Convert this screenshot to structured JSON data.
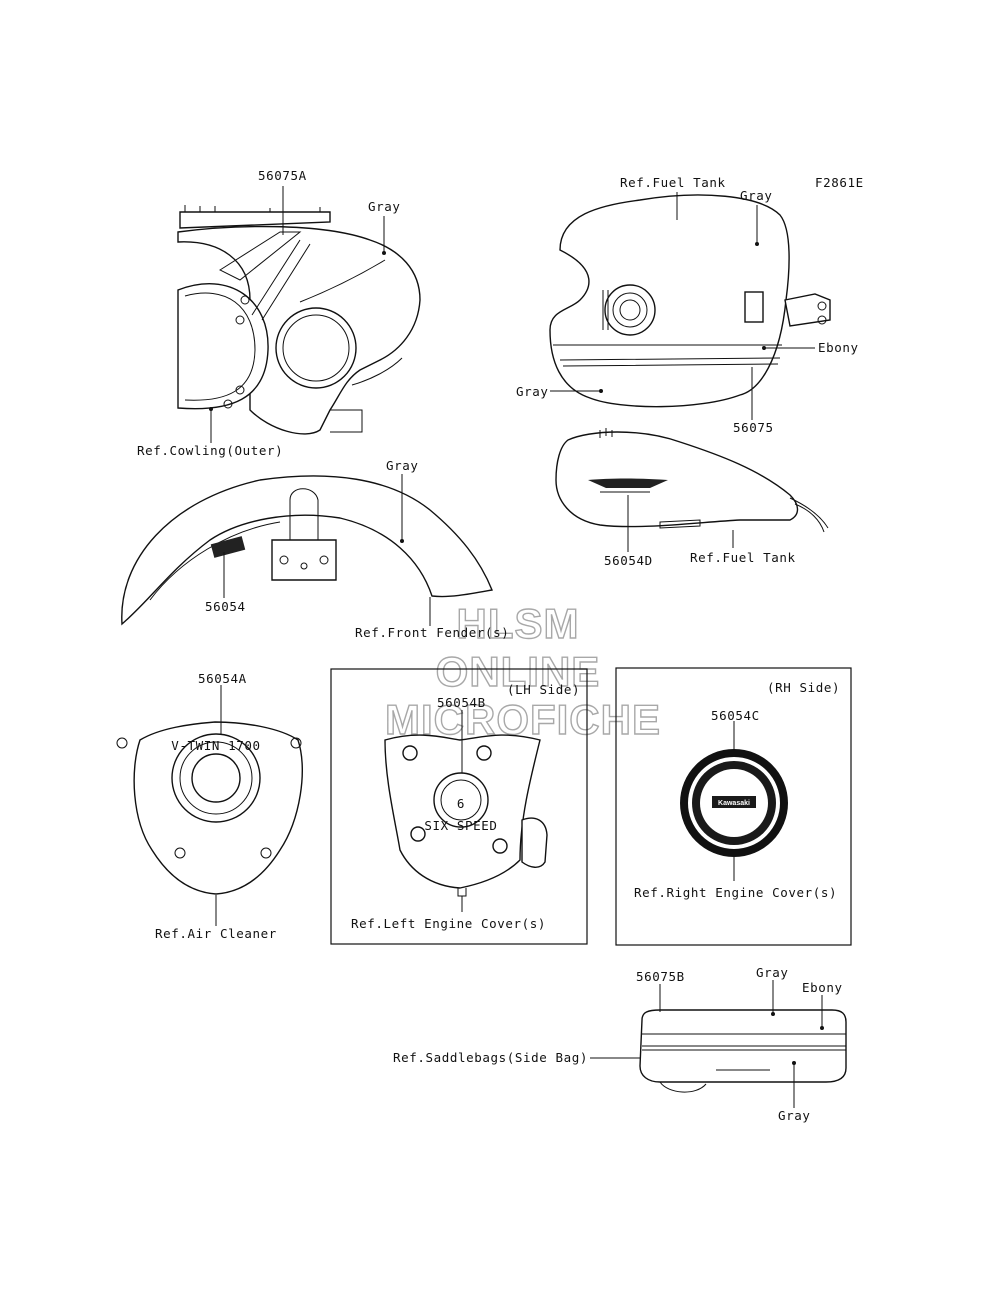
{
  "figure_code": "F2861E",
  "watermark": [
    "HLSM",
    "ONLINE",
    "MICROFICHE"
  ],
  "labels": {
    "p56075a": "56075A",
    "gray_cowl": "Gray",
    "ref_cowling": "Ref.Cowling(Outer)",
    "ref_fuel_tank_top": "Ref.Fuel Tank",
    "gray_tank": "Gray",
    "ebony_tank": "Ebony",
    "gray_tank_lower": "Gray",
    "p56075": "56075",
    "gray_fender": "Gray",
    "p56054": "56054",
    "ref_front_fender": "Ref.Front Fender(s)",
    "p56054d": "56054D",
    "ref_fuel_tank_side": "Ref.Fuel Tank",
    "p56054a": "56054A",
    "ref_air_cleaner": "Ref.Air Cleaner",
    "lh_side": "(LH Side)",
    "p56054b": "56054B",
    "ref_left_engine": "Ref.Left Engine Cover(s)",
    "rh_side": "(RH Side)",
    "p56054c": "56054C",
    "ref_right_engine": "Ref.Right Engine Cover(s)",
    "p56075b": "56075B",
    "gray_bag_top": "Gray",
    "ebony_bag": "Ebony",
    "ref_saddlebags": "Ref.Saddlebags(Side Bag)",
    "gray_bag_bottom": "Gray"
  },
  "emblems": {
    "six": "6",
    "brand": "Kawasaki",
    "gear_text": "SIX SPEED",
    "vtwin_text": "V-TWIN 1700"
  }
}
